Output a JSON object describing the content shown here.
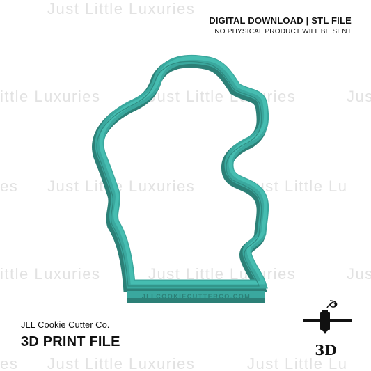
{
  "watermark": {
    "text": "Just Little Luxuries",
    "fragment_left_row2": "ittle Luxuries",
    "fragment_right_row2": "Jus",
    "fragment_left_row3": "es",
    "fragment_right_row3": "Just Little Lu",
    "fragment_left_row4": "ittle Luxuries",
    "fragment_right_row4": "Jus",
    "fragment_left_row5": "es",
    "fragment_right_row5": "Just Little Lu"
  },
  "notice": {
    "title": "DIGITAL DOWNLOAD | STL FILE",
    "subtitle": "NO PHYSICAL PRODUCT WILL BE SENT"
  },
  "brand": {
    "name": "JLL Cookie Cutter Co.",
    "product": "3D PRINT FILE"
  },
  "icon": {
    "name": "3d-printer-icon",
    "label": "3D"
  },
  "cutter": {
    "base_text": "JLLCOOKIECUTTERCO.COM",
    "colors": {
      "main": "#3aa89e",
      "dark": "#2c8077",
      "highlight": "#46bdb1"
    }
  }
}
